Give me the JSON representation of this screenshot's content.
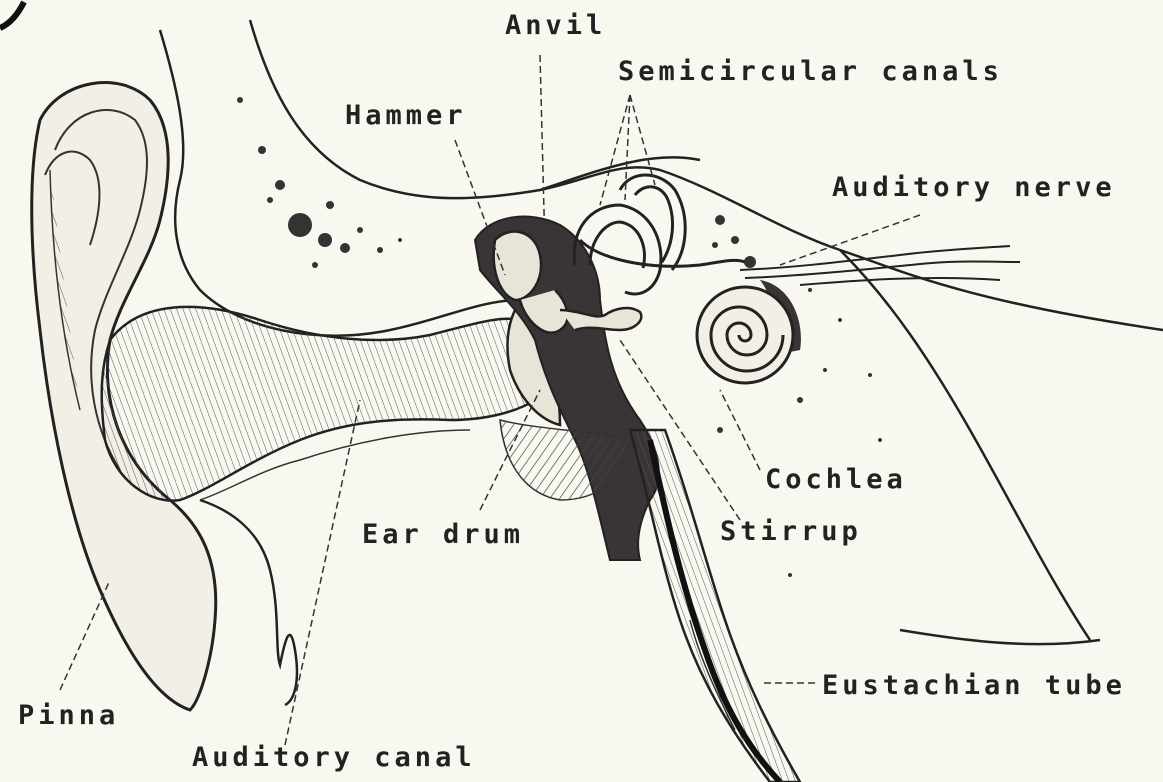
{
  "diagram": {
    "labels": {
      "anvil": "Anvil",
      "semicircular_canals": "Semicircular canals",
      "hammer": "Hammer",
      "auditory_nerve": "Auditory nerve",
      "cochlea": "Cochlea",
      "stirrup": "Stirrup",
      "ear_drum": "Ear drum",
      "eustachian_tube": "Eustachian tube",
      "pinna": "Pinna",
      "auditory_canal": "Auditory canal"
    },
    "colors": {
      "background": "#f9f8f0",
      "ink": "#222222",
      "dark_fill": "#3a3437"
    }
  }
}
